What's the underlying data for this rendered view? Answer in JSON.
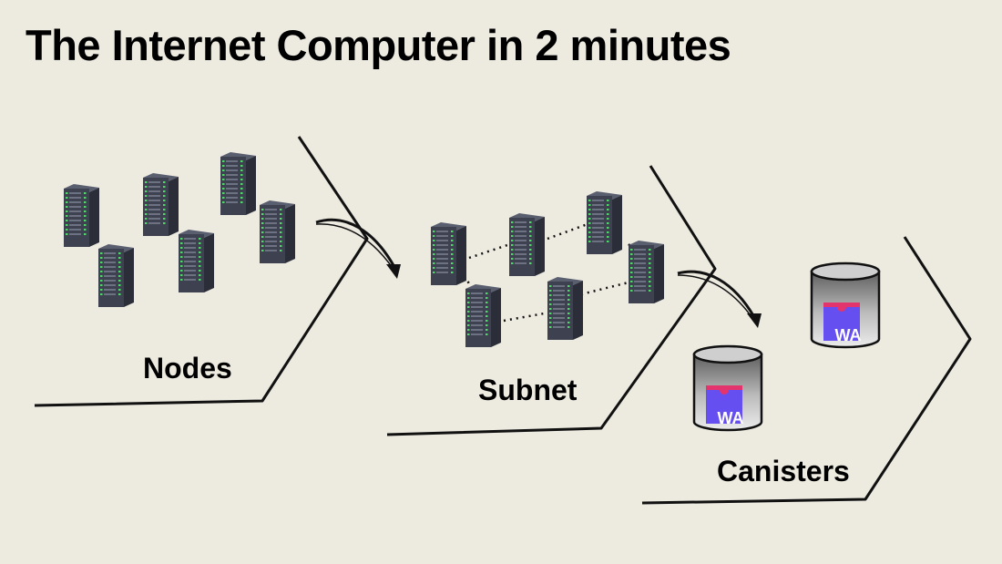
{
  "title": "The Internet Computer in 2 minutes",
  "stages": {
    "nodes": "Nodes",
    "subnet": "Subnet",
    "canisters": "Canisters"
  },
  "canister_badge": "WA",
  "colors": {
    "background": "#edeae0",
    "server_body": "#3d4150",
    "server_led": "#4cd964",
    "wasm_purple": "#654ff0",
    "wasm_pink": "#e4346d"
  },
  "icons": [
    "server-icon",
    "canister-icon",
    "curved-arrow-icon",
    "chevron-divider-icon",
    "webassembly-logo-icon"
  ]
}
